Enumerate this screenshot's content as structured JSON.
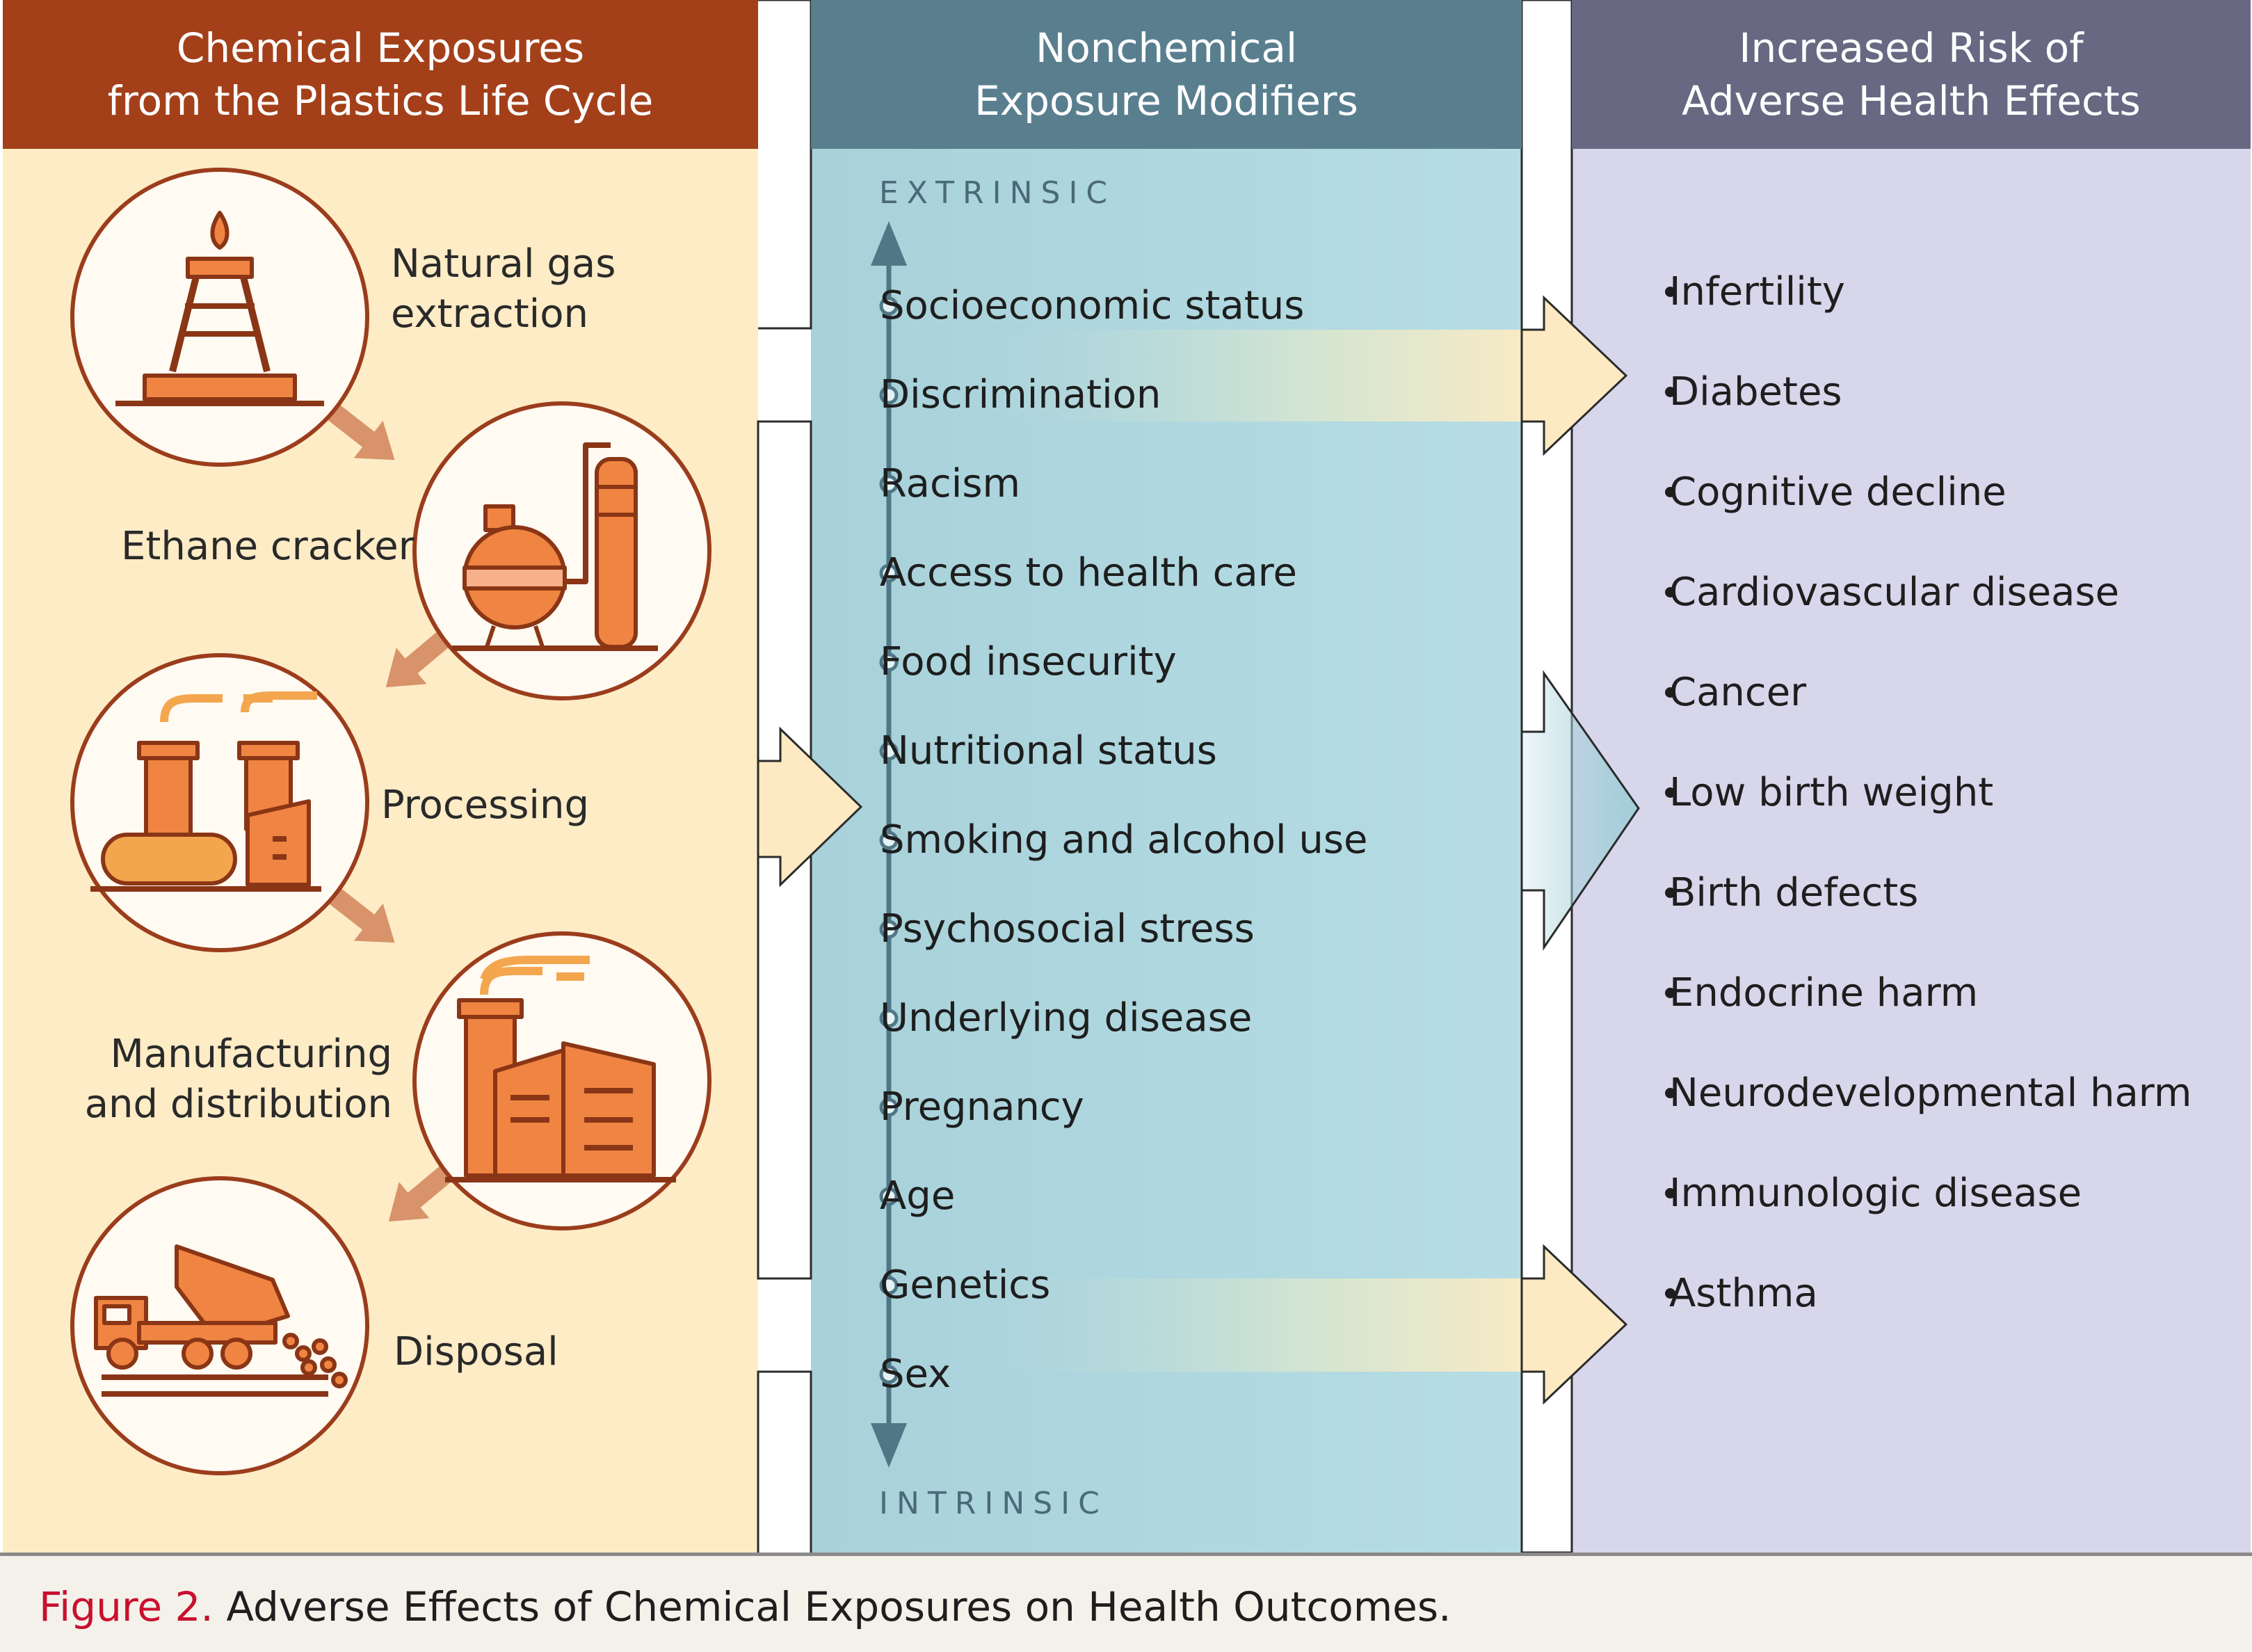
{
  "columns": {
    "chemical": {
      "title_line1": "Chemical Exposures",
      "title_line2": "from the Plastics Life Cycle"
    },
    "nonchemical": {
      "title_line1": "Nonchemical",
      "title_line2": "Exposure Modifiers"
    },
    "risk": {
      "title_line1": "Increased Risk of",
      "title_line2": "Adverse Health Effects"
    }
  },
  "life_cycle": [
    {
      "line1": "Natural gas",
      "line2": "extraction",
      "icon": "gas-rig-icon"
    },
    {
      "line1": "Ethane cracker",
      "line2": "",
      "icon": "refinery-tanks-icon"
    },
    {
      "line1": "Processing",
      "line2": "",
      "icon": "processing-plant-icon"
    },
    {
      "line1": "Manufacturing",
      "line2": "and distribution",
      "icon": "factory-icon"
    },
    {
      "line1": "Disposal",
      "line2": "",
      "icon": "dump-truck-icon"
    }
  ],
  "modifiers": {
    "axis_top": "EXTRINSIC",
    "axis_bottom": "INTRINSIC",
    "items": [
      "Socioeconomic status",
      "Discrimination",
      "Racism",
      "Access to health care",
      "Food insecurity",
      "Nutritional status",
      "Smoking and alcohol use",
      "Psychosocial stress",
      "Underlying disease",
      "Pregnancy",
      "Age",
      "Genetics",
      "Sex"
    ]
  },
  "outcomes": [
    "Infertility",
    "Diabetes",
    "Cognitive decline",
    "Cardiovascular disease",
    "Cancer",
    "Low birth weight",
    "Birth defects",
    "Endocrine harm",
    "Neurodevelopmental harm",
    "Immunologic disease",
    "Asthma"
  ],
  "caption": {
    "label": "Figure 2.",
    "text": "Adverse Effects of Chemical Exposures on Health Outcomes."
  },
  "colors": {
    "chemical_header": "#a3401a",
    "nonchemical_header": "#597f8f",
    "risk_header": "#686882",
    "chemical_panel": "#fdecc6",
    "nonchemical_panel": "#abd3dc",
    "risk_panel": "#d8d6eb",
    "icon_orange": "#f08442",
    "circle_border": "#9b3d1c",
    "caption_red": "#c8102e"
  }
}
